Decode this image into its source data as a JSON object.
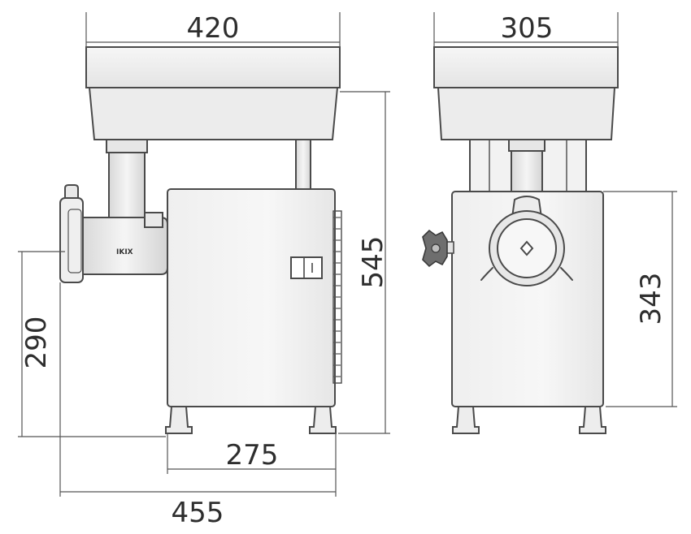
{
  "dimensions": {
    "side_top_width": "420",
    "front_top_width": "305",
    "side_total_height": "545",
    "side_outlet_height": "290",
    "side_base_width": "275",
    "side_total_length": "455",
    "front_body_height": "343"
  },
  "brand_mark": "IKIX",
  "colors": {
    "line": "#4a4a4a",
    "shade_light": "#f0f0f0",
    "shade_mid": "#e2e2e2",
    "text": "#2e2e2e"
  }
}
